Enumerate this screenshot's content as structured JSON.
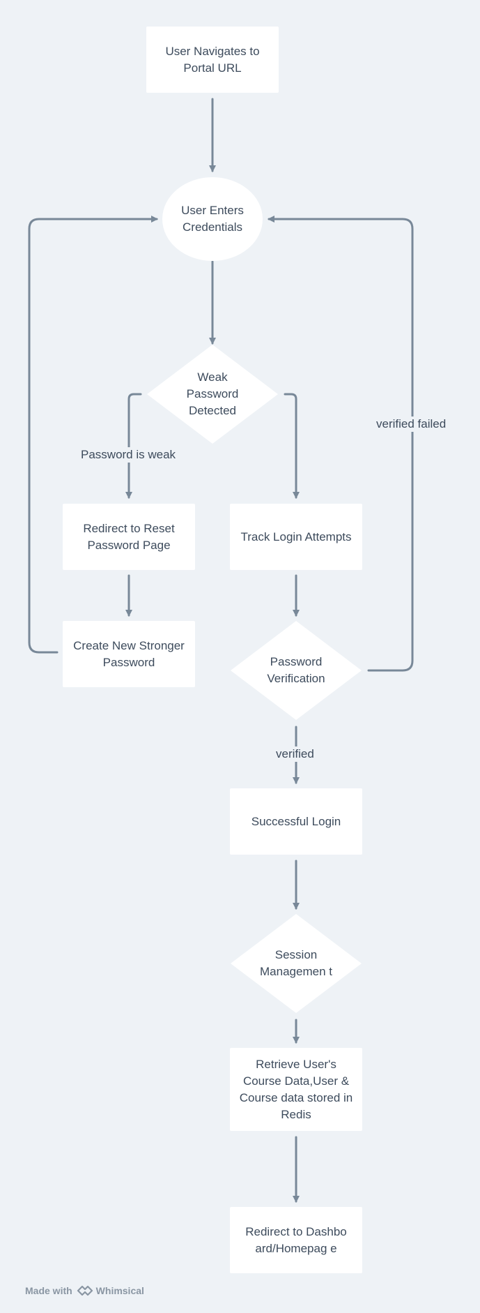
{
  "nodes": {
    "navigate": "User Navigates to Portal URL",
    "enter_credentials": "User Enters Credentials",
    "weak_password": "Weak Password Detected",
    "redirect_reset": "Redirect to Reset Password Page",
    "create_password": "Create New Stronger Password",
    "track_attempts": "Track Login Attempts",
    "password_verification": "Password Verification",
    "successful_login": "Successful Login",
    "session_management": "Session Managemen t",
    "retrieve_data": "Retrieve User's Course Data,User & Course data stored in Redis",
    "redirect_dashboard": "Redirect to Dashboard/Homepag e"
  },
  "edge_labels": {
    "password_is_weak": "Password is weak",
    "verified_failed": "verified failed",
    "verified": "verified"
  },
  "footer": {
    "made_with": "Made with",
    "brand": "Whimsical"
  },
  "colors": {
    "background": "#eef2f6",
    "node_fill": "#ffffff",
    "edge": "#788898",
    "text": "#3d4b5c"
  }
}
